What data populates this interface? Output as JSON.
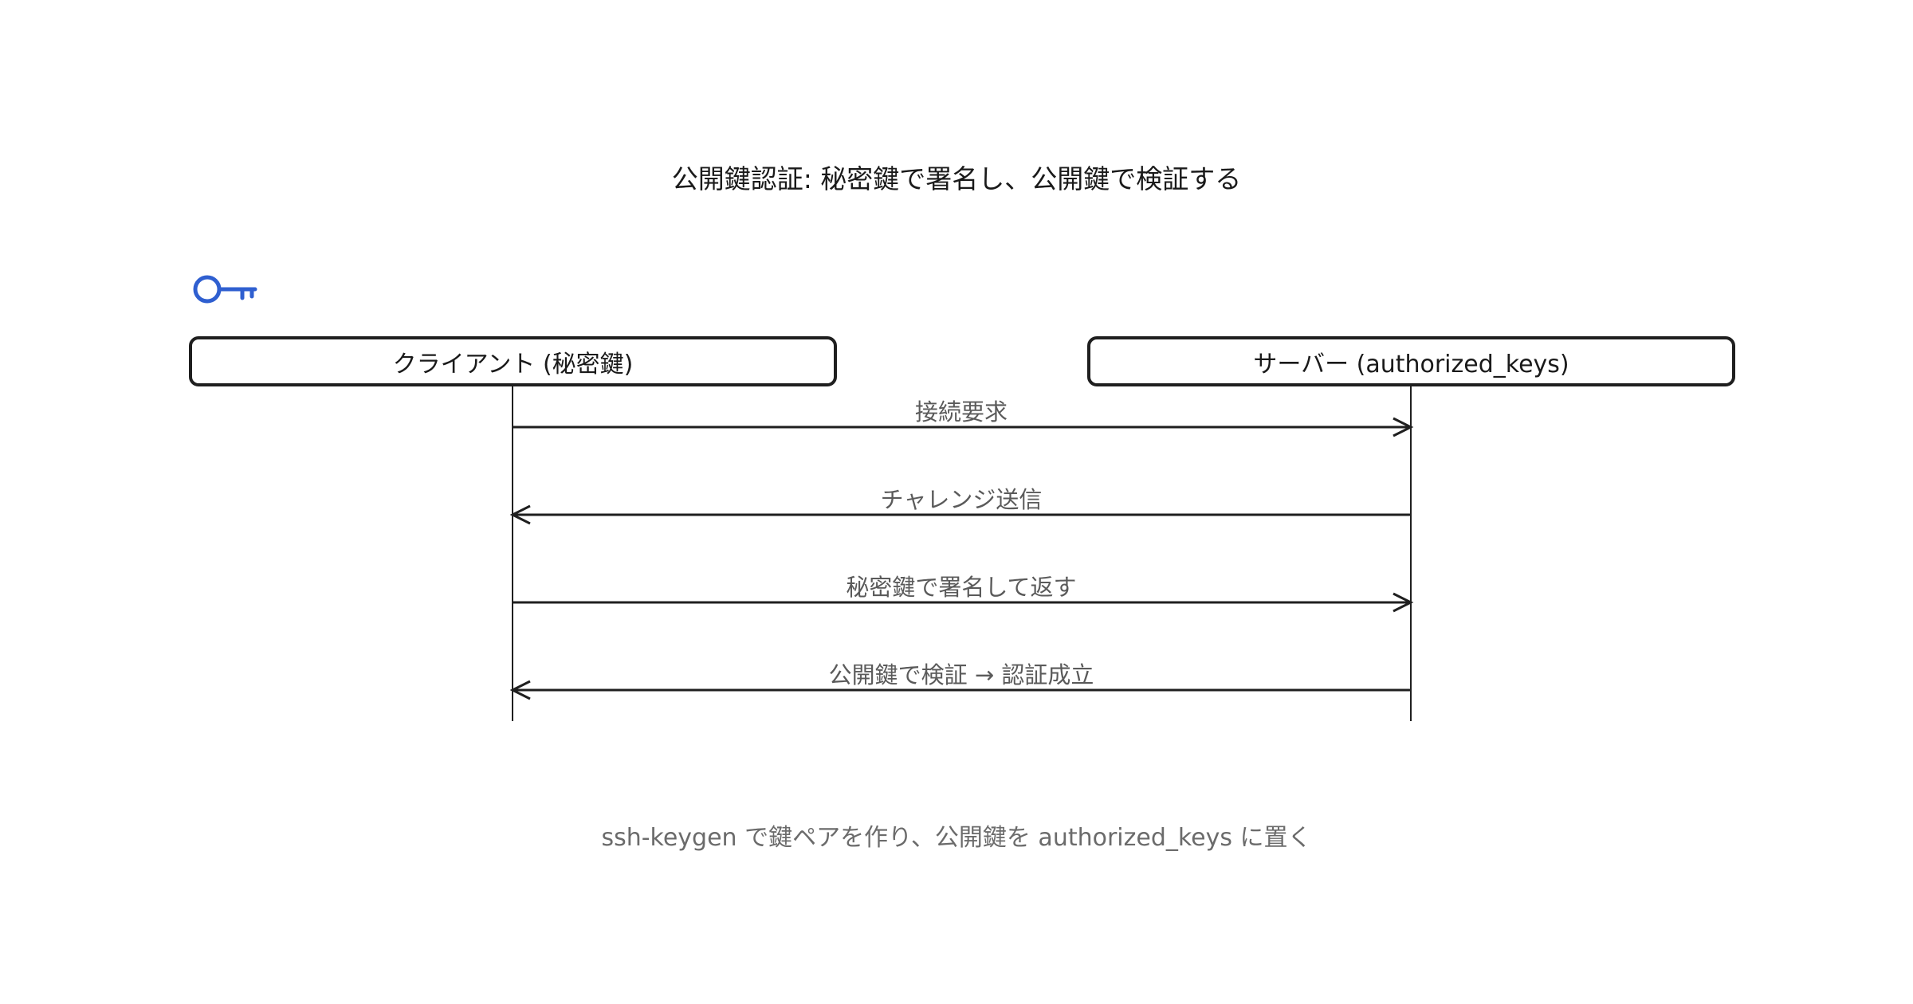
{
  "title": "公開鍵認証: 秘密鍵で署名し、公開鍵で検証する",
  "participants": [
    {
      "label": "クライアント (秘密鍵)"
    },
    {
      "label": "サーバー (authorized_keys)"
    }
  ],
  "messages": [
    {
      "label": "接続要求",
      "from": 0,
      "to": 1
    },
    {
      "label": "チャレンジ送信",
      "from": 1,
      "to": 0
    },
    {
      "label": "秘密鍵で署名して返す",
      "from": 0,
      "to": 1
    },
    {
      "label": "公開鍵で検証 → 認証成立",
      "from": 1,
      "to": 0
    }
  ],
  "footer": "ssh-keygen で鍵ペアを作り、公開鍵を authorized_keys に置く",
  "icons": {
    "key": "key-icon"
  },
  "colors": {
    "accent": "#2f5fd0",
    "line": "#1f1f1f",
    "label": "#5a5a5a",
    "footer": "#6b6b6b"
  }
}
